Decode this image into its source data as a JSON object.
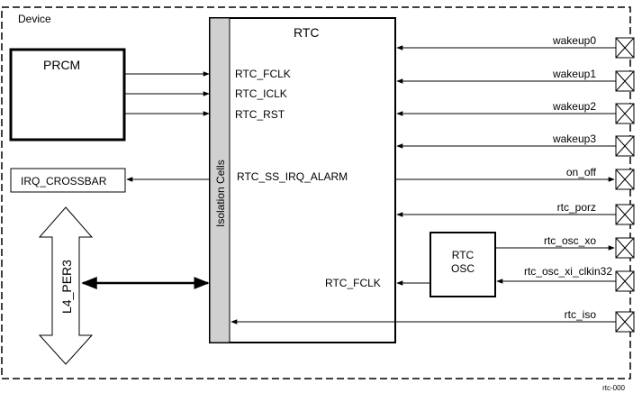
{
  "device_label": "Device",
  "prcm_label": "PRCM",
  "rtc_title": "RTC",
  "isolation_label": "Isolation Cells",
  "irq_crossbar_label": "IRQ_CROSSBAR",
  "l4_label": "L4_PER3",
  "rtc_osc_line1": "RTC",
  "rtc_osc_line2": "OSC",
  "inner_signals": {
    "fclk": "RTC_FCLK",
    "iclk": "RTC_ICLK",
    "rst": "RTC_RST",
    "irq_alarm": "RTC_SS_IRQ_ALARM",
    "osc_fclk": "RTC_FCLK"
  },
  "pins": [
    "wakeup0",
    "wakeup1",
    "wakeup2",
    "wakeup3",
    "on_off",
    "rtc_porz",
    "rtc_osc_xo",
    "rtc_osc_xi_clkin32",
    "rtc_iso"
  ],
  "figure_id": "rtc-000"
}
